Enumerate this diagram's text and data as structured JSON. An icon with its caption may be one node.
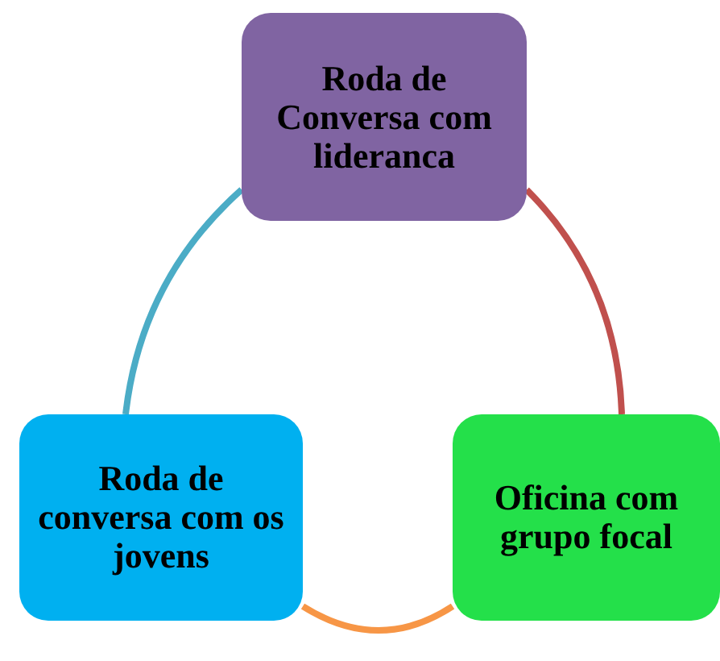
{
  "diagram": {
    "nodes": [
      {
        "text": [
          "Roda de Conversa com lideranca"
        ]
      },
      {
        "text": [
          "Roda de conversa com os jovens"
        ]
      },
      {
        "text": [
          "Oficina com grupo focal"
        ]
      }
    ],
    "edges": [
      {
        "from": 0,
        "to": 2,
        "arrow": "none",
        "color": "#c0504d"
      },
      {
        "from": 2,
        "to": 1,
        "arrow": "none",
        "color": "#f79646"
      },
      {
        "from": 1,
        "to": 0,
        "arrow": "none",
        "color": "#4bacc6"
      }
    ]
  }
}
